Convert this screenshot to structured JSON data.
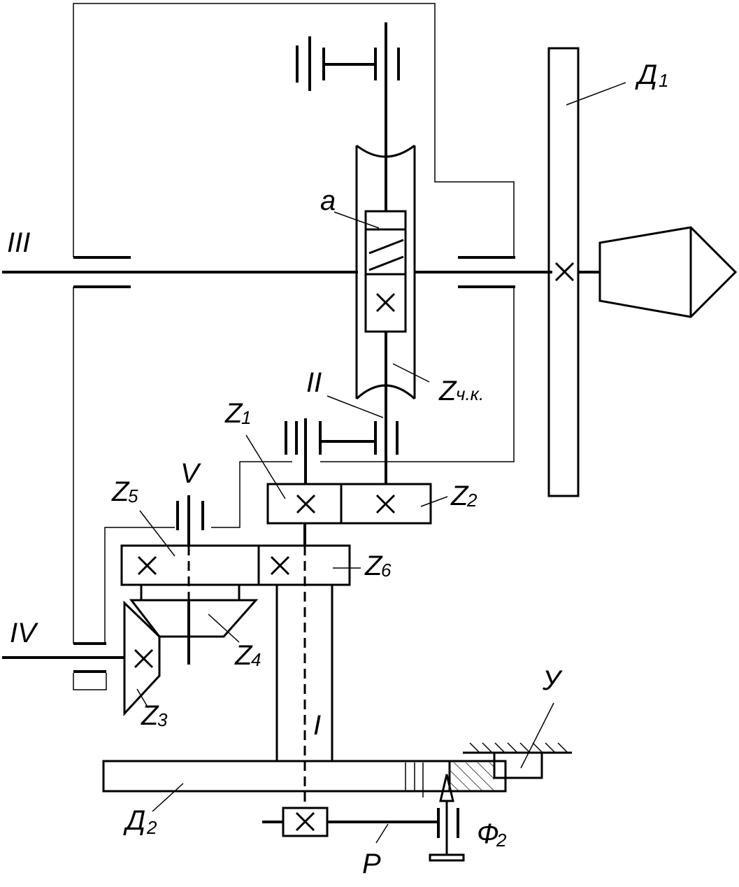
{
  "labels": {
    "shaft_III": "III",
    "shaft_II": "II",
    "shaft_IV": "IV",
    "shaft_V": "V",
    "shaft_I": "I",
    "point_a": "a",
    "disk_d1": "Д",
    "disk_d1_sub": "1",
    "disk_d2": "Д",
    "disk_d2_sub": "2",
    "worm_z": "Z",
    "worm_sub": "ч.к.",
    "z1": "Z",
    "z1_sub": "1",
    "z2": "Z",
    "z2_sub": "2",
    "z3": "Z",
    "z3_sub": "3",
    "z4": "Z",
    "z4_sub": "4",
    "z5": "Z",
    "z5_sub": "5",
    "z6": "Z",
    "z6_sub": "6",
    "p": "P",
    "f2": "Ф",
    "f2_sub": "2",
    "u": "У"
  }
}
